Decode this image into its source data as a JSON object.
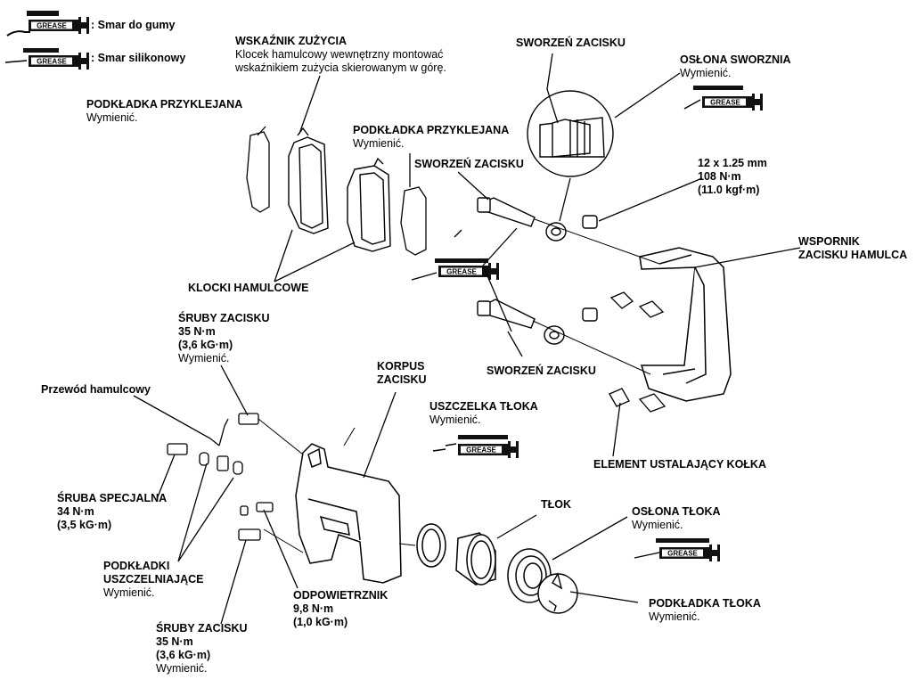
{
  "legend": {
    "rubber_grease": ": Smar do gumy",
    "silicone_grease": ": Smar silikonowy",
    "tube_text": "GREASE"
  },
  "labels": {
    "wear_indicator": {
      "title": "WSKAŹNIK ZUŻYCIA",
      "note1": "Klocek hamulcowy wewnętrzny montować",
      "note2": "wskaźnikiem zużycia skierowanym w górę."
    },
    "caliper_pin_top": {
      "title": "SWORZEŃ ZACISKU"
    },
    "pin_boot": {
      "title": "OSŁONA SWORZNIA",
      "note": "Wymienić."
    },
    "shim_left": {
      "title": "PODKŁADKA PRZYKLEJANA",
      "note": "Wymienić."
    },
    "shim_mid": {
      "title": "PODKŁADKA PRZYKLEJANA",
      "note": "Wymienić."
    },
    "caliper_pin_mid": {
      "title": "SWORZEŃ ZACISKU"
    },
    "bolt_spec": {
      "l1": "12 x 1.25 mm",
      "l2": "108 N·m",
      "l3": "(11.0 kgf·m)"
    },
    "bracket": {
      "l1": "WSPORNIK",
      "l2": "ZACISKU HAMULCA"
    },
    "brake_pads": {
      "title": "KLOCKI HAMULCOWE"
    },
    "caliper_bolts_top": {
      "title": "ŚRUBY ZACISKU",
      "l2": "35 N·m",
      "l3": "(3,6 kG·m)",
      "note": "Wymienić."
    },
    "brake_hose": {
      "title": "Przewód hamulcowy"
    },
    "caliper_body": {
      "l1": "KORPUS",
      "l2": "ZACISKU"
    },
    "caliper_pin_low": {
      "title": "SWORZEŃ ZACISKU"
    },
    "piston_seal": {
      "title": "USZCZELKA TŁOKA",
      "note": "Wymienić."
    },
    "retainer": {
      "title": "ELEMENT USTALAJĄCY KOŁKA"
    },
    "special_bolt": {
      "title": "ŚRUBA SPECJALNA",
      "l2": "34 N·m",
      "l3": "(3,5 kG·m)"
    },
    "piston": {
      "title": "TŁOK"
    },
    "piston_boot": {
      "title": "OSŁONA TŁOKA",
      "note": "Wymienić."
    },
    "sealing_washers": {
      "l1": "PODKŁADKI",
      "l2": "USZCZELNIAJĄCE",
      "note": "Wymienić."
    },
    "bleeder": {
      "title": "ODPOWIETRZNIK",
      "l2": "9,8 N·m",
      "l3": "(1,0 kG·m)"
    },
    "piston_shim": {
      "title": "PODKŁADKA TŁOKA",
      "note": "Wymienić."
    },
    "caliper_bolts_low": {
      "title": "ŚRUBY ZACISKU",
      "l2": "35 N·m",
      "l3": "(3,6 kG·m)",
      "note": "Wymienić."
    }
  }
}
